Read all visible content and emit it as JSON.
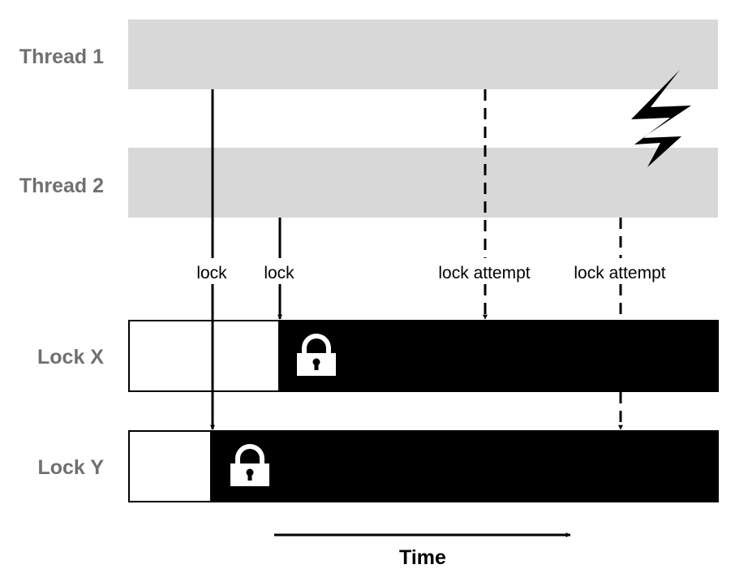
{
  "colors": {
    "thread_band": "#d8d8d8",
    "row_label": "#707070",
    "lock_held": "#000000",
    "lock_free": "#ffffff",
    "arrow": "#000000"
  },
  "threads": [
    {
      "label": "Thread 1"
    },
    {
      "label": "Thread 2"
    }
  ],
  "locks": [
    {
      "label": "Lock X",
      "held_from": "Thread 2 lock",
      "icon": "padlock-icon"
    },
    {
      "label": "Lock Y",
      "held_from": "Thread 1 lock",
      "icon": "padlock-icon"
    }
  ],
  "events": [
    {
      "label": "lock",
      "thread": "Thread 1",
      "target": "Lock Y",
      "style": "solid"
    },
    {
      "label": "lock",
      "thread": "Thread 2",
      "target": "Lock X",
      "style": "solid"
    },
    {
      "label": "lock attempt",
      "thread": "Thread 1",
      "target": "Lock X",
      "style": "dashed"
    },
    {
      "label": "lock attempt",
      "thread": "Thread 2",
      "target": "Lock Y",
      "style": "dashed"
    }
  ],
  "deadlock_icon": "lightning-bolt-icon",
  "time_axis": {
    "label": "Time"
  }
}
